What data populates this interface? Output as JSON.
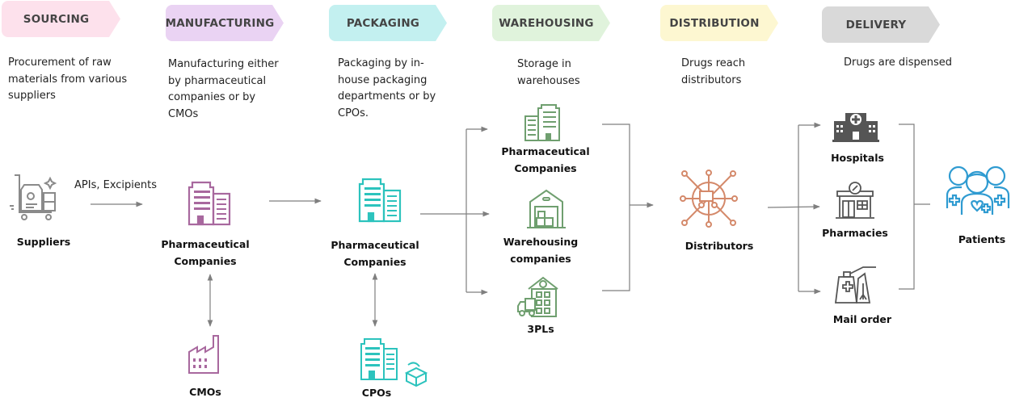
{
  "stages": [
    {
      "id": "sourcing",
      "title": "SOURCING",
      "color": "#fde1ec",
      "description": [
        "Procurement of raw",
        "materials from various",
        "suppliers"
      ]
    },
    {
      "id": "manufacturing",
      "title": "MANUFACTURING",
      "color": "#ead3f3",
      "description": [
        "Manufacturing either",
        "by pharmaceutical",
        "companies or by",
        "CMOs"
      ]
    },
    {
      "id": "packaging",
      "title": "PACKAGING",
      "color": "#c3f0f0",
      "description": [
        "Packaging by in-",
        "house packaging",
        "departments or by",
        "CPOs."
      ]
    },
    {
      "id": "warehousing",
      "title": "WAREHOUSING",
      "color": "#e0f3dc",
      "description": [
        "Storage in",
        "warehouses"
      ]
    },
    {
      "id": "distribution",
      "title": "DISTRIBUTION",
      "color": "#fdf7d1",
      "description": [
        "Drugs reach",
        "distributors"
      ]
    },
    {
      "id": "delivery",
      "title": "DELIVERY",
      "color": "#d9d9d9",
      "description": [
        "Drugs are dispensed"
      ]
    }
  ],
  "nodes": {
    "suppliers": "Suppliers",
    "flow_label": "APIs, Excipients",
    "mfg_pharma": [
      "Pharmaceutical",
      "Companies"
    ],
    "cmos": "CMOs",
    "pkg_pharma": [
      "Pharmaceutical",
      "Companies"
    ],
    "cpos": "CPOs",
    "wh_pharma": [
      "Pharmaceutical",
      "Companies"
    ],
    "wh_companies": [
      "Warehousing",
      "companies"
    ],
    "threepls": "3PLs",
    "distributors": "Distributors",
    "hospitals": "Hospitals",
    "pharmacies": "Pharmacies",
    "mail_order": "Mail order",
    "patients": "Patients"
  },
  "icon_colors": {
    "suppliers": "#8a8a8a",
    "manufacturing": "#a8689e",
    "packaging": "#2cc3bd",
    "warehousing": "#6f9f6f",
    "distribution": "#d4896a",
    "delivery": "#555555",
    "patients": "#2f9bd1",
    "arrows": "#7f7f7f"
  }
}
